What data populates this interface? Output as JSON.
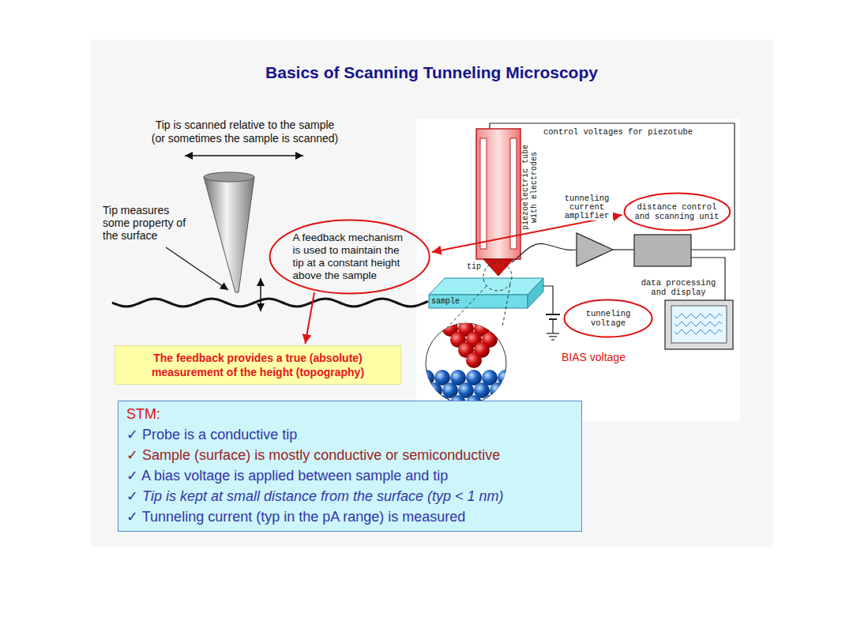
{
  "diagram": {
    "title": "Basics of Scanning Tunneling Microscopy",
    "nodes": [
      {
        "text": [
          "A feedback mechanism is used to maintain the tip at a constant height above the sample"
        ]
      },
      {
        "text": [
          "The feedback provides a true (absolute) measurement of the height (topography)"
        ]
      },
      {
        "text": [
          "distance control and scanning unit"
        ]
      },
      {
        "text": [
          "tunneling voltage"
        ]
      },
      {
        "text": [
          "STM:",
          "✓ Probe is a conductive tip",
          "✓ Sample (surface) is mostly conductive or semiconductive",
          "✓ A bias voltage is applied between sample and tip",
          "✓ Tip is kept at small distance from the surface (typ < 1 nm)",
          "✓ Tunneling current (typ in the pA range) is measured"
        ]
      }
    ],
    "edges": [
      {
        "from": 0,
        "to": 1,
        "arrow": "to"
      },
      {
        "from": 0,
        "to": 2,
        "arrow": "both"
      }
    ],
    "labels": [
      "Tip is scanned relative to the sample (or sometimes the sample is scanned)",
      "Tip measures some property of the surface",
      "control voltages for piezotube",
      "piezoelectric tube with electrodes",
      "tunneling current amplifier",
      "tip",
      "sample",
      "data processing and display",
      "BIAS voltage"
    ]
  }
}
